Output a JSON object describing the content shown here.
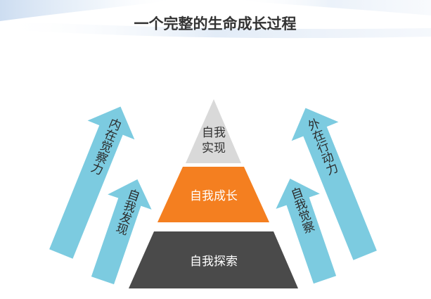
{
  "title": "一个完整的生命成长过程",
  "pyramid": {
    "top": {
      "line1": "自我",
      "line2": "实现"
    },
    "middle": "自我成长",
    "bottom": "自我探索"
  },
  "arrows": {
    "left_outer": "内在觉察力",
    "left_inner": "自我发现",
    "right_inner": "自我觉察",
    "right_outer": "外在行动力"
  },
  "colors": {
    "apex": "#d9d9d9",
    "middle": "#f47f20",
    "bottom": "#4a4a4a",
    "arrow": "#7ccbe0",
    "title": "#333333"
  }
}
